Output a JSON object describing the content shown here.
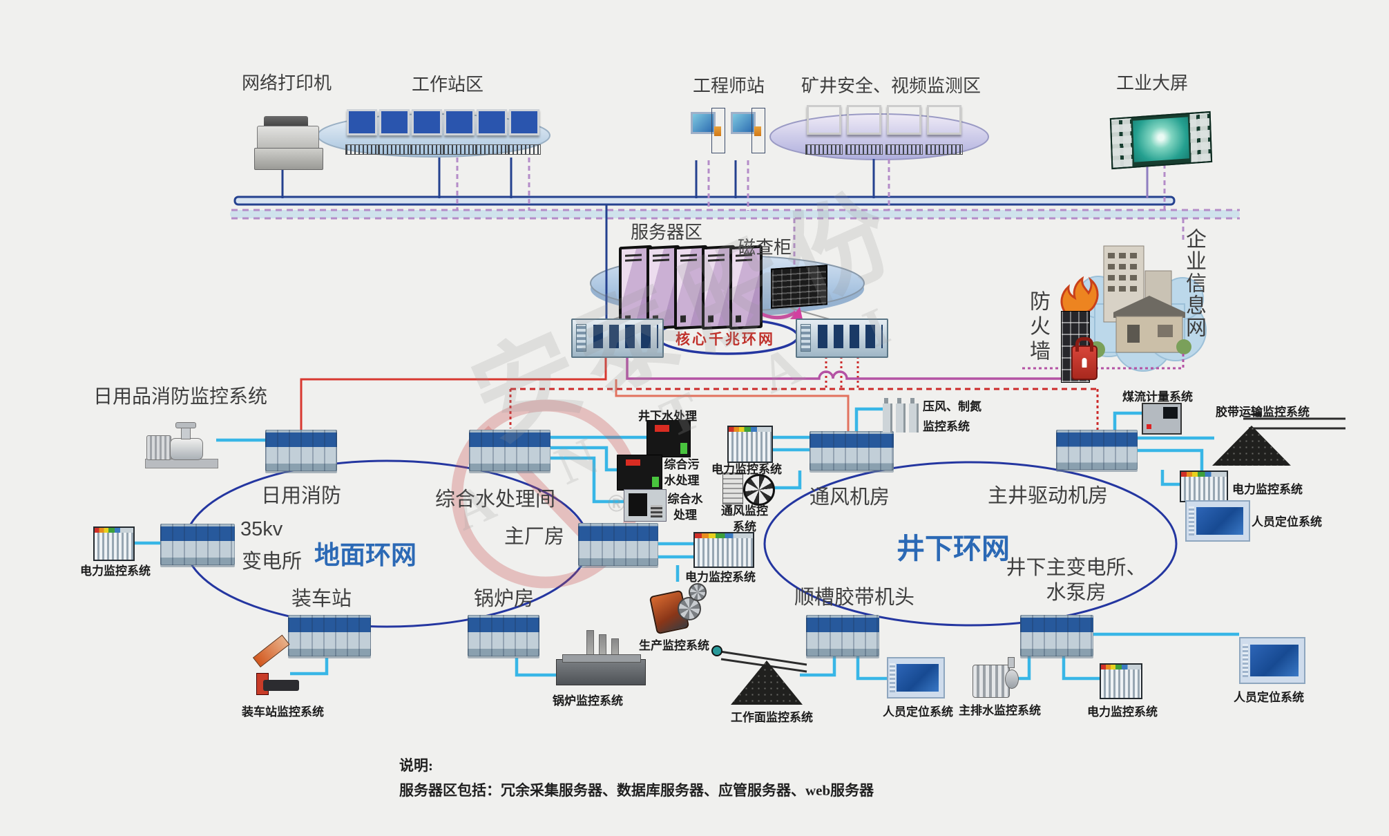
{
  "top": {
    "printer": "网络打印机",
    "workstations": "工作站区",
    "engineer": "工程师站",
    "mine_safety": "矿井安全、视频监测区",
    "big_screen": "工业大屏"
  },
  "core": {
    "server_area": "服务器区",
    "disk_cabinet": "磁查柜",
    "ring": "核心千兆环网",
    "firewall": "防火墙",
    "enterprise_net": "企业信息网"
  },
  "ground": {
    "title": "地面环网",
    "daily_fire": "日用消防",
    "water_plant": "综合水处理间",
    "main_plant": "主厂房",
    "kv": "35kv",
    "substation": "变电所",
    "loading": "装车站",
    "boiler": "锅炉房"
  },
  "ug": {
    "title": "井下环网",
    "fan_room": "通风机房",
    "main_shaft": "主井驱动机房",
    "belt_head": "顺槽胶带机头",
    "substation_l1": "井下主变电所、",
    "substation_l2": "水泵房"
  },
  "sys": {
    "daily_fire": "日用品消防监控系统",
    "power_a": "电力监控系统",
    "loading": "装车站监控系统",
    "boiler": "锅炉监控系统",
    "production": "生产监控系统",
    "power_b": "电力监控系统",
    "uwater": "井下水处理",
    "sewage_l1": "综合污",
    "sewage_l2": "水处理",
    "water_l1": "综合水",
    "water_l2": "处理",
    "power_c": "电力监控系统",
    "fan_l1": "通风监控",
    "fan_l2": "系统",
    "air_l1": "压风、制氮",
    "air_l2": "监控系统",
    "coal_flow": "煤流计量系统",
    "belt": "胶带运输监控系统",
    "power_d": "电力监控系统",
    "person_a": "人员定位系统",
    "face": "工作面监控系统",
    "person_b": "人员定位系统",
    "drainage": "主排水监控系统",
    "power_e": "电力监控系统",
    "person_c": "人员定位系统"
  },
  "note": {
    "title": "说明:",
    "body": "服务器区包括：冗余采集服务器、数据库服务器、应管服务器、web服务器"
  },
  "watermark": {
    "cn": "安泰股份",
    "en": "A N T A I",
    "reg": "®"
  },
  "colors": {
    "ring_blue": "#2436a0",
    "label_blue": "#2b69b5",
    "core_red": "#c0302a",
    "cyan": "#38b6e6",
    "red": "#d83830",
    "magenta": "#b452a4"
  }
}
